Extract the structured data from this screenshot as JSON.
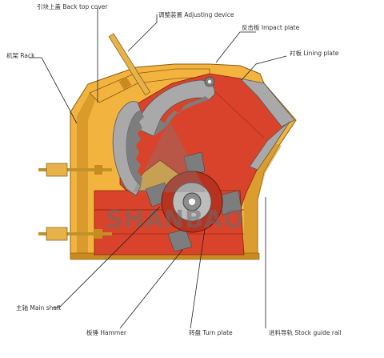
{
  "watermark": "SHANBAO",
  "colors": {
    "housing": "#f2b43f",
    "housing_dark": "#c98a1f",
    "chamber": "#d9432b",
    "chamber_dark": "#b8321f",
    "liner": "#a9a9a9",
    "liner_dark": "#7d7d7d",
    "shaft": "#bdbdbd",
    "rod": "#e7b24a",
    "leader": "#222222"
  },
  "labels": {
    "back_top_cover": "引块上盖 Back top cover",
    "adjusting_device": "调整装置 Adjusting device",
    "impact_plate": "反击板 Impact plate",
    "lining_plate": "衬板 Lining plate",
    "rack": "机架 Rack",
    "main_shaft": "主轴 Main shaft",
    "hammer": "板锤 Hammer",
    "turn_plate": "转盘 Turn plate",
    "stock_guide_rail": "进料导轨 Stock guide rail"
  }
}
